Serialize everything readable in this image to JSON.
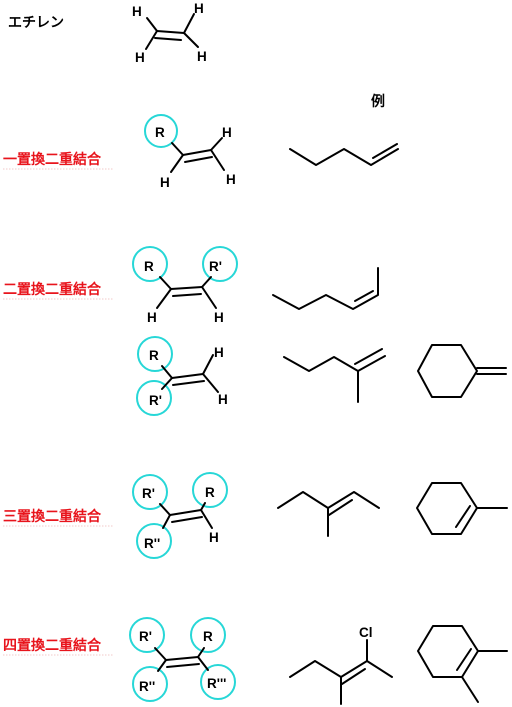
{
  "labels": {
    "ethylene": "エチレン",
    "example_header": "例",
    "mono": "一置換二重結合",
    "di": "二置換二重結合",
    "tri": "三置換二重結合",
    "tetra": "四置換二重結合"
  },
  "atoms": {
    "H": "H",
    "R": "R",
    "R1": "R'",
    "R2": "R''",
    "R3": "R'''",
    "Cl": "Cl"
  },
  "colors": {
    "category_label": "#e8141c",
    "substituent_circle": "#27d7d7",
    "bond": "#000000"
  }
}
